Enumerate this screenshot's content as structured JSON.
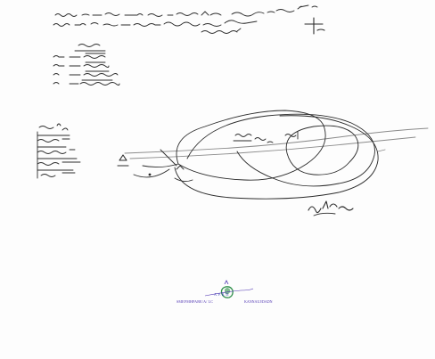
{
  "document": {
    "kind": "scanned handwritten sketch map",
    "stamp": {
      "initials": "A. P. R. D.",
      "left_text": "SMEFMHPABE/A/ LC",
      "right_text": "KANNAUJ/DADN"
    },
    "colors": {
      "ink": "#2b2b2b",
      "stamp": "#4a2fb0",
      "emblem_green": "#2f8f4a"
    }
  }
}
